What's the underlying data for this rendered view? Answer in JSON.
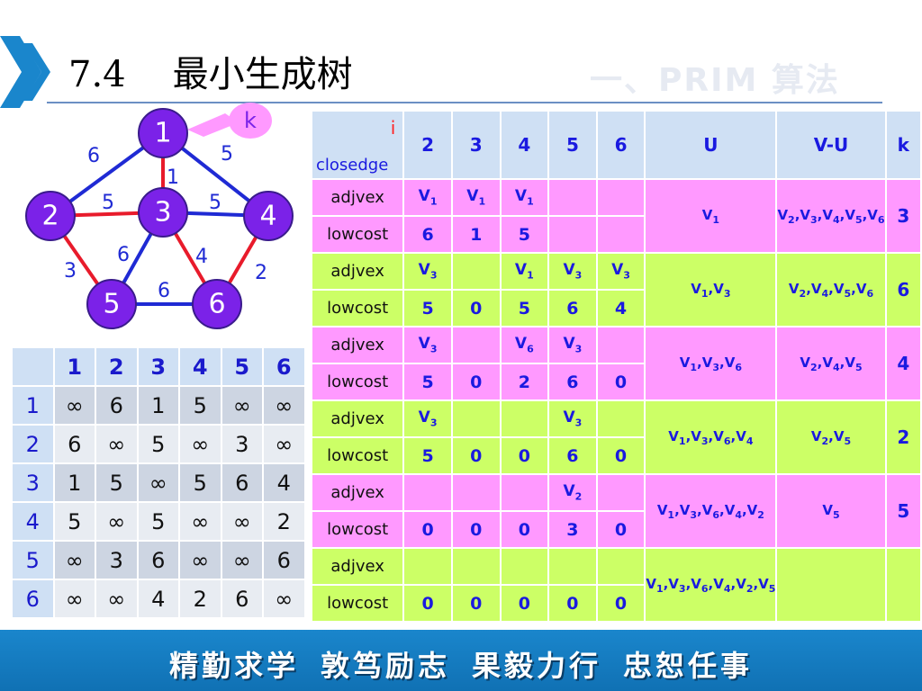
{
  "header": {
    "section_number": "7.4",
    "title": "最小生成树",
    "subtitle": "一、PRIM 算法"
  },
  "colors": {
    "node_fill": "#7b22e8",
    "node_stroke": "#3a1b8c",
    "edge_tree": "#e81b2b",
    "edge_other": "#1f2ad4",
    "row_pink": "#ff99ff",
    "row_green": "#ccff66",
    "header_blue": "#cfe0f4",
    "footer_blue": "#1a86cc"
  },
  "graph": {
    "k_label": "k",
    "nodes": [
      "1",
      "2",
      "3",
      "4",
      "5",
      "6"
    ],
    "edges": [
      {
        "from": "1",
        "to": "2",
        "weight": "6",
        "tree": false
      },
      {
        "from": "1",
        "to": "4",
        "weight": "5",
        "tree": false
      },
      {
        "from": "1",
        "to": "3",
        "weight": "1",
        "tree": true
      },
      {
        "from": "2",
        "to": "3",
        "weight": "5",
        "tree": true
      },
      {
        "from": "3",
        "to": "4",
        "weight": "5",
        "tree": false
      },
      {
        "from": "3",
        "to": "5",
        "weight": "6",
        "tree": false
      },
      {
        "from": "3",
        "to": "6",
        "weight": "4",
        "tree": true
      },
      {
        "from": "2",
        "to": "5",
        "weight": "3",
        "tree": true
      },
      {
        "from": "4",
        "to": "6",
        "weight": "2",
        "tree": true
      },
      {
        "from": "5",
        "to": "6",
        "weight": "6",
        "tree": false
      }
    ]
  },
  "matrix": {
    "headers": [
      "1",
      "2",
      "3",
      "4",
      "5",
      "6"
    ],
    "rows": [
      {
        "label": "1",
        "cells": [
          "∞",
          "6",
          "1",
          "5",
          "∞",
          "∞"
        ]
      },
      {
        "label": "2",
        "cells": [
          "6",
          "∞",
          "5",
          "∞",
          "3",
          "∞"
        ]
      },
      {
        "label": "3",
        "cells": [
          "1",
          "5",
          "∞",
          "5",
          "6",
          "4"
        ]
      },
      {
        "label": "4",
        "cells": [
          "5",
          "∞",
          "5",
          "∞",
          "∞",
          "2"
        ]
      },
      {
        "label": "5",
        "cells": [
          "∞",
          "3",
          "6",
          "∞",
          "∞",
          "6"
        ]
      },
      {
        "label": "6",
        "cells": [
          "∞",
          "∞",
          "4",
          "2",
          "6",
          "∞"
        ]
      }
    ]
  },
  "prim": {
    "corner_i": "i",
    "corner_closedge": "closedge",
    "headers": [
      "2",
      "3",
      "4",
      "5",
      "6",
      "U",
      "V-U",
      "k"
    ],
    "row_labels": {
      "adjvex": "adjvex",
      "lowcost": "lowcost"
    },
    "steps": [
      {
        "color": "pink",
        "adjvex": [
          "V1",
          "V1",
          "V1",
          "",
          ""
        ],
        "lowcost": [
          "6",
          "1",
          "5",
          "",
          ""
        ],
        "U": "V1",
        "VU": "V2,V3,V4,V5,V6",
        "k": "3"
      },
      {
        "color": "green",
        "adjvex": [
          "V3",
          "",
          "V1",
          "V3",
          "V3"
        ],
        "lowcost": [
          "5",
          "0",
          "5",
          "6",
          "4"
        ],
        "U": "V1,V3",
        "VU": "V2,V4,V5,V6",
        "k": "6"
      },
      {
        "color": "pink",
        "adjvex": [
          "V3",
          "",
          "V6",
          "V3",
          ""
        ],
        "lowcost": [
          "5",
          "0",
          "2",
          "6",
          "0"
        ],
        "U": "V1,V3,V6",
        "VU": "V2,V4,V5",
        "k": "4"
      },
      {
        "color": "green",
        "adjvex": [
          "V3",
          "",
          "",
          "V3",
          ""
        ],
        "lowcost": [
          "5",
          "0",
          "0",
          "6",
          "0"
        ],
        "U": "V1,V3,V6,V4",
        "VU": "V2,V5",
        "k": "2"
      },
      {
        "color": "pink",
        "adjvex": [
          "",
          "",
          "",
          "V2",
          ""
        ],
        "lowcost": [
          "0",
          "0",
          "0",
          "3",
          "0"
        ],
        "U": "V1,V3,V6,V4,V2",
        "VU": "V5",
        "k": "5"
      },
      {
        "color": "green",
        "adjvex": [
          "",
          "",
          "",
          "",
          ""
        ],
        "lowcost": [
          "0",
          "0",
          "0",
          "0",
          "0"
        ],
        "U": "V1,V3,V6,V4,V2,V5",
        "VU": "",
        "k": ""
      }
    ]
  },
  "footer": {
    "motto": [
      "精勤求学",
      "敦笃励志",
      "果毅力行",
      "忠恕任事"
    ]
  }
}
